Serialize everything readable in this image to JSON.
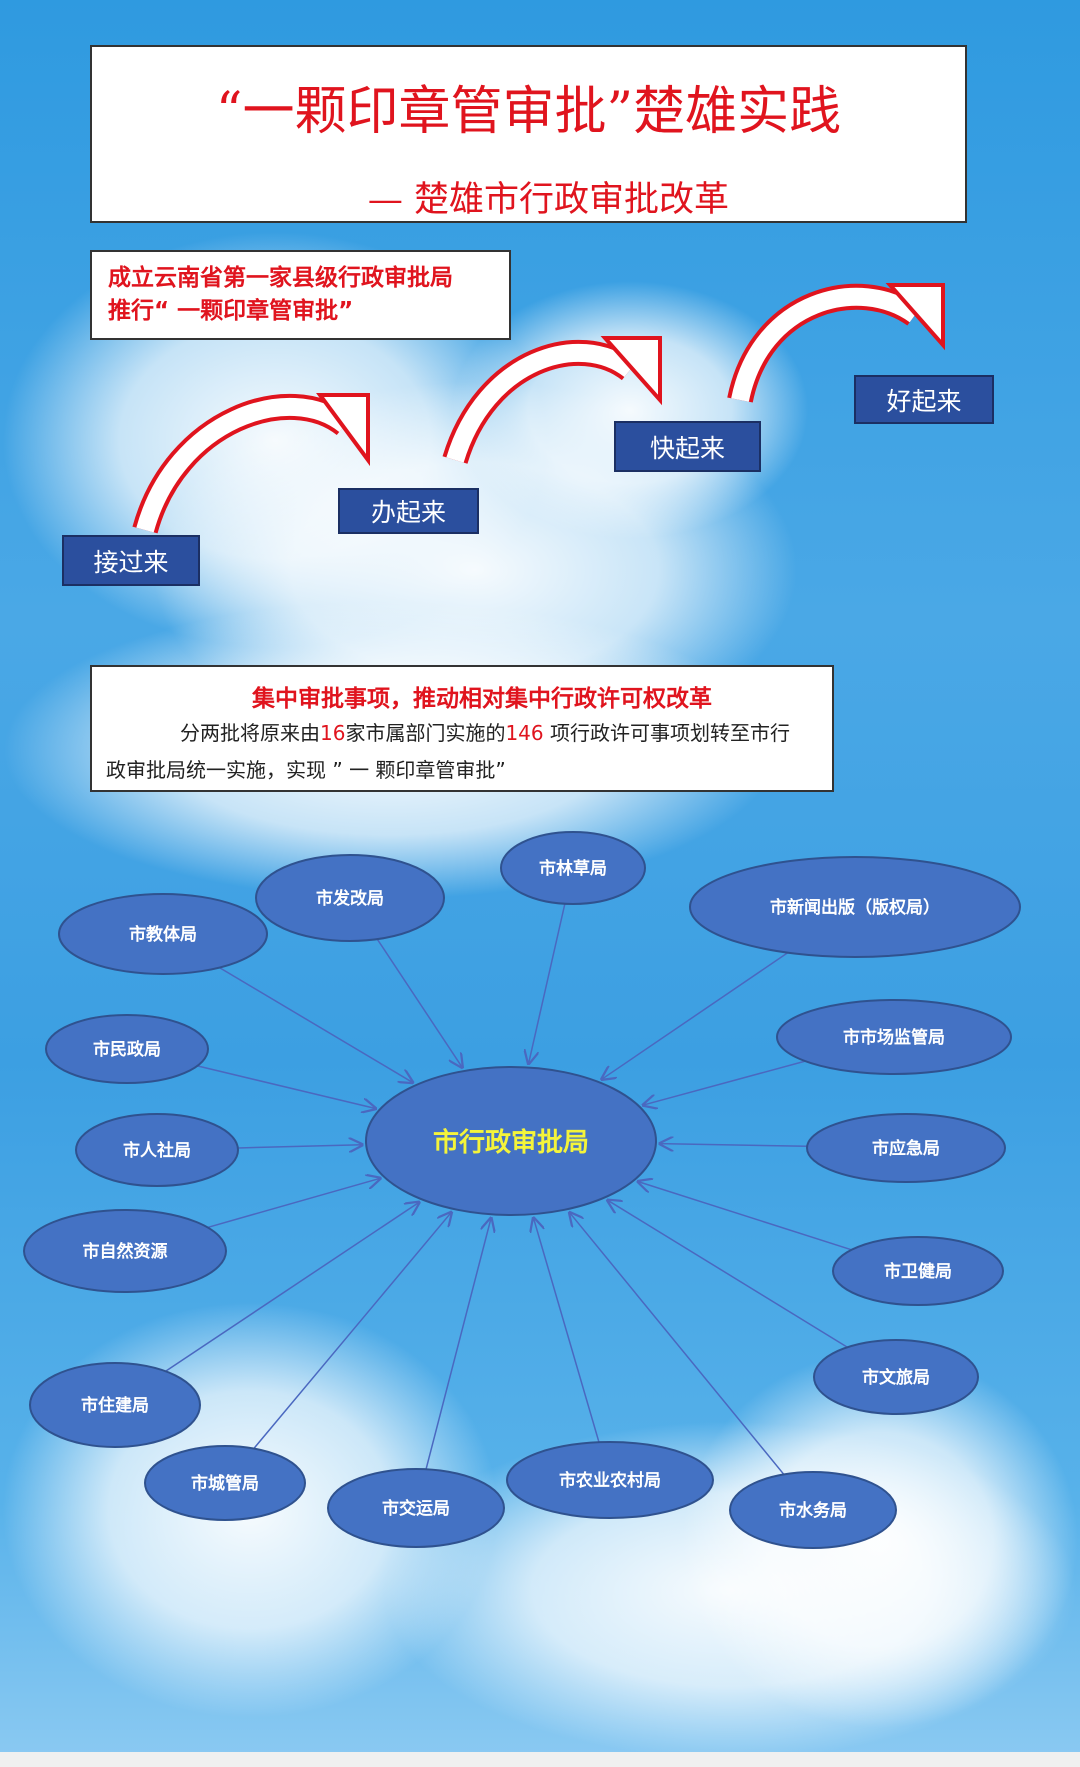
{
  "header": {
    "title": "“一颗印章管审批”楚雄实践",
    "subtitle": "—  楚雄市行政审批改革"
  },
  "intro_box": {
    "line1": "成立云南省第一家县级行政审批局",
    "line2": "推行“  一颗印章管审批”"
  },
  "steps": [
    "接过来",
    "办起来",
    "快起来",
    "好起来"
  ],
  "reform_box": {
    "heading": "集中审批事项，推动相对集中行政许可权改革",
    "body_prefix": "分两批将原来由",
    "count_departments": "16",
    "body_mid": "家市属部门实施的",
    "count_items": "146",
    "body_suffix": " 项行政许可事项划转至市行",
    "body_line2": "政审批局统一实施，实现 ” 一  颗印章管审批”"
  },
  "diagram": {
    "center": "市行政审批局",
    "nodes": [
      "市林草局",
      "市发改局",
      "市教体局",
      "市新闻出版（版权局）",
      "市民政局",
      "市市场监管局",
      "市人社局",
      "市应急局",
      "市自然资源",
      "市卫健局",
      "市文旅局",
      "市住建局",
      "市城管局",
      "市交运局",
      "市农业农村局",
      "市水务局"
    ]
  },
  "colors": {
    "red": "#e0141e",
    "node_fill": "#4472c4",
    "node_stroke": "#2f528f",
    "center_text": "#f4f43a",
    "step_fill": "#2b4f9e"
  }
}
